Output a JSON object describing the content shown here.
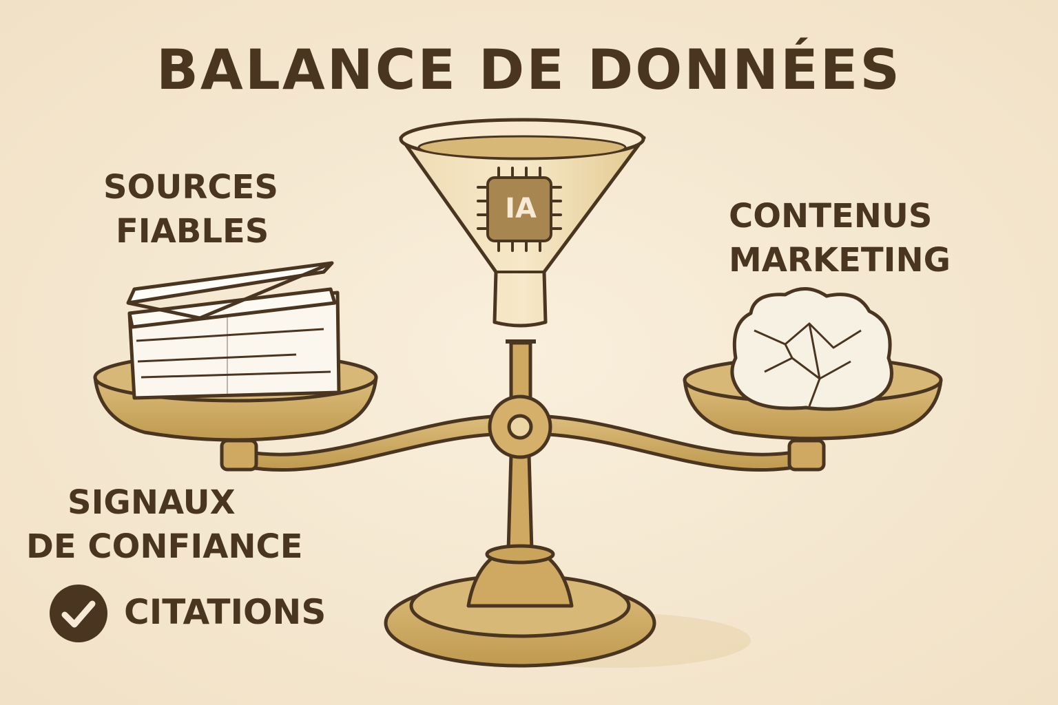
{
  "title": "BALANCE DE DONNÉES",
  "left_pan": {
    "label_line1": "SOURCES",
    "label_line2": "FIABLES",
    "content_icon": "paper-stack-icon"
  },
  "right_pan": {
    "label_line1": "CONTENUS",
    "label_line2": "MARKETING",
    "content_icon": "crumpled-paper-icon"
  },
  "funnel": {
    "chip_label": "IA",
    "icon": "chip-icon"
  },
  "trust": {
    "line1": "SIGNAUX",
    "line2": "DE CONFIANCE"
  },
  "citations": {
    "label": "CITATIONS",
    "icon": "checkmark-icon"
  },
  "colors": {
    "background": "#f6ead6",
    "ink": "#4a3520",
    "brass": "#c9a45a",
    "brass_light": "#e2c78e",
    "paper": "#fbf7ee"
  }
}
